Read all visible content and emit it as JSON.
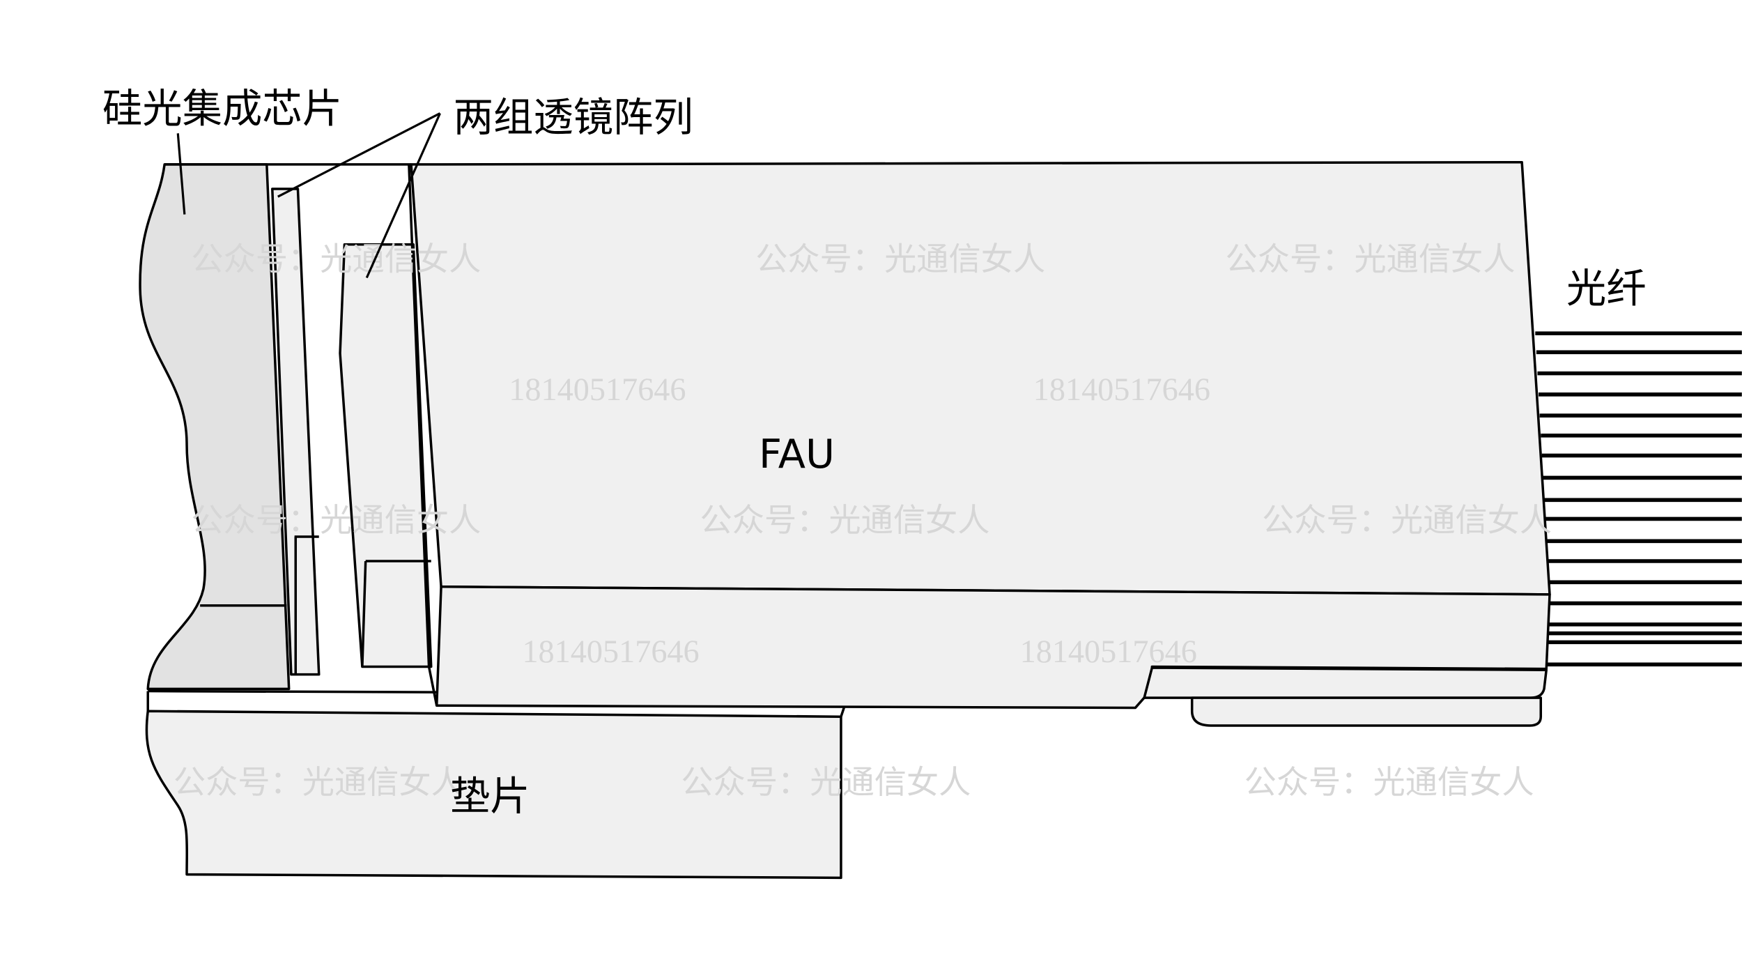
{
  "labels": {
    "chip": "硅光集成芯片",
    "lens": "两组透镜阵列",
    "fiber": "光纤",
    "fau": "FAU",
    "shim": "垫片"
  },
  "watermark": {
    "text": "公众号：光通信女人",
    "number": "18140517646"
  },
  "colors": {
    "chip": "#e2e2e2",
    "body": "#f0f0f0",
    "stroke": "#000000"
  }
}
